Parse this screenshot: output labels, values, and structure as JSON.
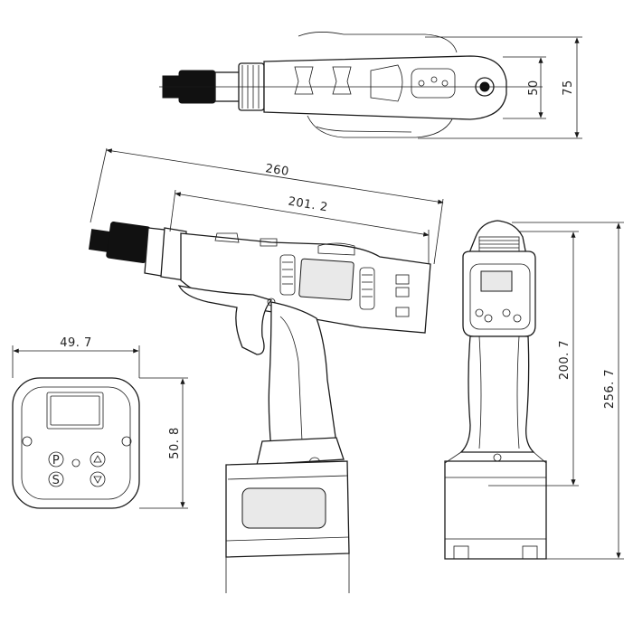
{
  "dimensions": {
    "top_view_width_outer": "75",
    "top_view_width_inner": "50",
    "overall_length": "260",
    "body_length": "201. 2",
    "panel_width": "49. 7",
    "panel_height": "50. 8",
    "grip_height": "200. 7",
    "overall_height": "256. 7"
  },
  "panel": {
    "button_p": "P",
    "button_s": "S"
  },
  "colors": {
    "line": "#1a1a1a",
    "background": "#ffffff"
  }
}
